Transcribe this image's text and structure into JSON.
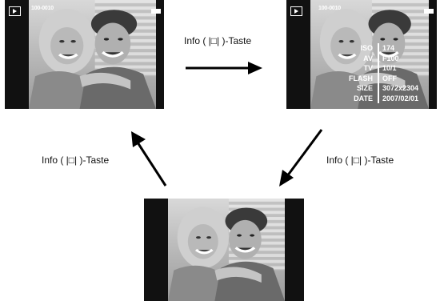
{
  "screens": {
    "top_left": {
      "file_number": "100-0010"
    },
    "top_right": {
      "file_number": "100-0010",
      "info": [
        {
          "label": "ISO",
          "value": "174"
        },
        {
          "label": "AV",
          "value": "F100"
        },
        {
          "label": "TV",
          "value": "10/1"
        },
        {
          "label": "FLASH",
          "value": "OFF"
        },
        {
          "label": "SIZE",
          "value": "3072x2304"
        },
        {
          "label": "DATE",
          "value": "2007/02/01"
        }
      ]
    }
  },
  "captions": {
    "top": "Info ( |□| )-Taste",
    "left": "Info ( |□| )-Taste",
    "right": "Info ( |□| )-Taste"
  },
  "icons": {
    "play_mode": "play-mode-icon",
    "battery": "battery-icon",
    "arrow": "arrow-icon"
  }
}
